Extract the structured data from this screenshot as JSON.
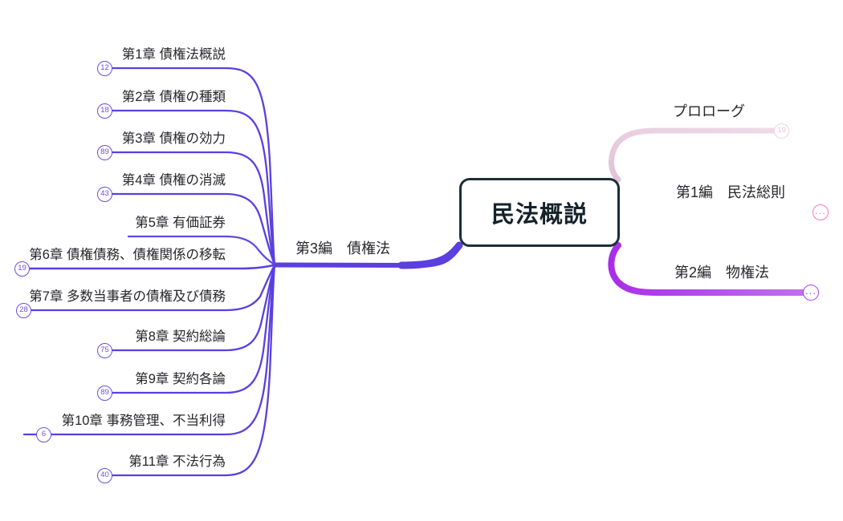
{
  "root": {
    "label": "民法概説",
    "border_color": "#1b2f38",
    "text_color": "#15222b"
  },
  "left_branch": {
    "label": "第3編　債権法",
    "color": "#5b3fe0",
    "children": [
      {
        "label": "第1章 債権法概説",
        "badge": "12"
      },
      {
        "label": "第2章 債権の種類",
        "badge": "18"
      },
      {
        "label": "第3章 債権の効力",
        "badge": "89"
      },
      {
        "label": "第4章 債権の消滅",
        "badge": "43"
      },
      {
        "label": "第5章 有価証券",
        "badge": ""
      },
      {
        "label": "第6章 債権債務、債権関係の移転",
        "badge": "19"
      },
      {
        "label": "第7章 多数当事者の債権及び債務",
        "badge": "28"
      },
      {
        "label": "第8章 契約総論",
        "badge": "75"
      },
      {
        "label": "第9章 契約各論",
        "badge": "89"
      },
      {
        "label": "第10章 事務管理、不当利得",
        "badge": "6"
      },
      {
        "label": "第11章 不法行為",
        "badge": "40"
      }
    ]
  },
  "right_branches": [
    {
      "label": "プロローグ",
      "badge": "19",
      "color": "#e8cfe0"
    },
    {
      "label": "第1編　民法総則",
      "badge": "...",
      "color": "#fb5aa9"
    },
    {
      "label": "第2編　物権法",
      "badge": "...",
      "color": "#ad42ea"
    }
  ]
}
